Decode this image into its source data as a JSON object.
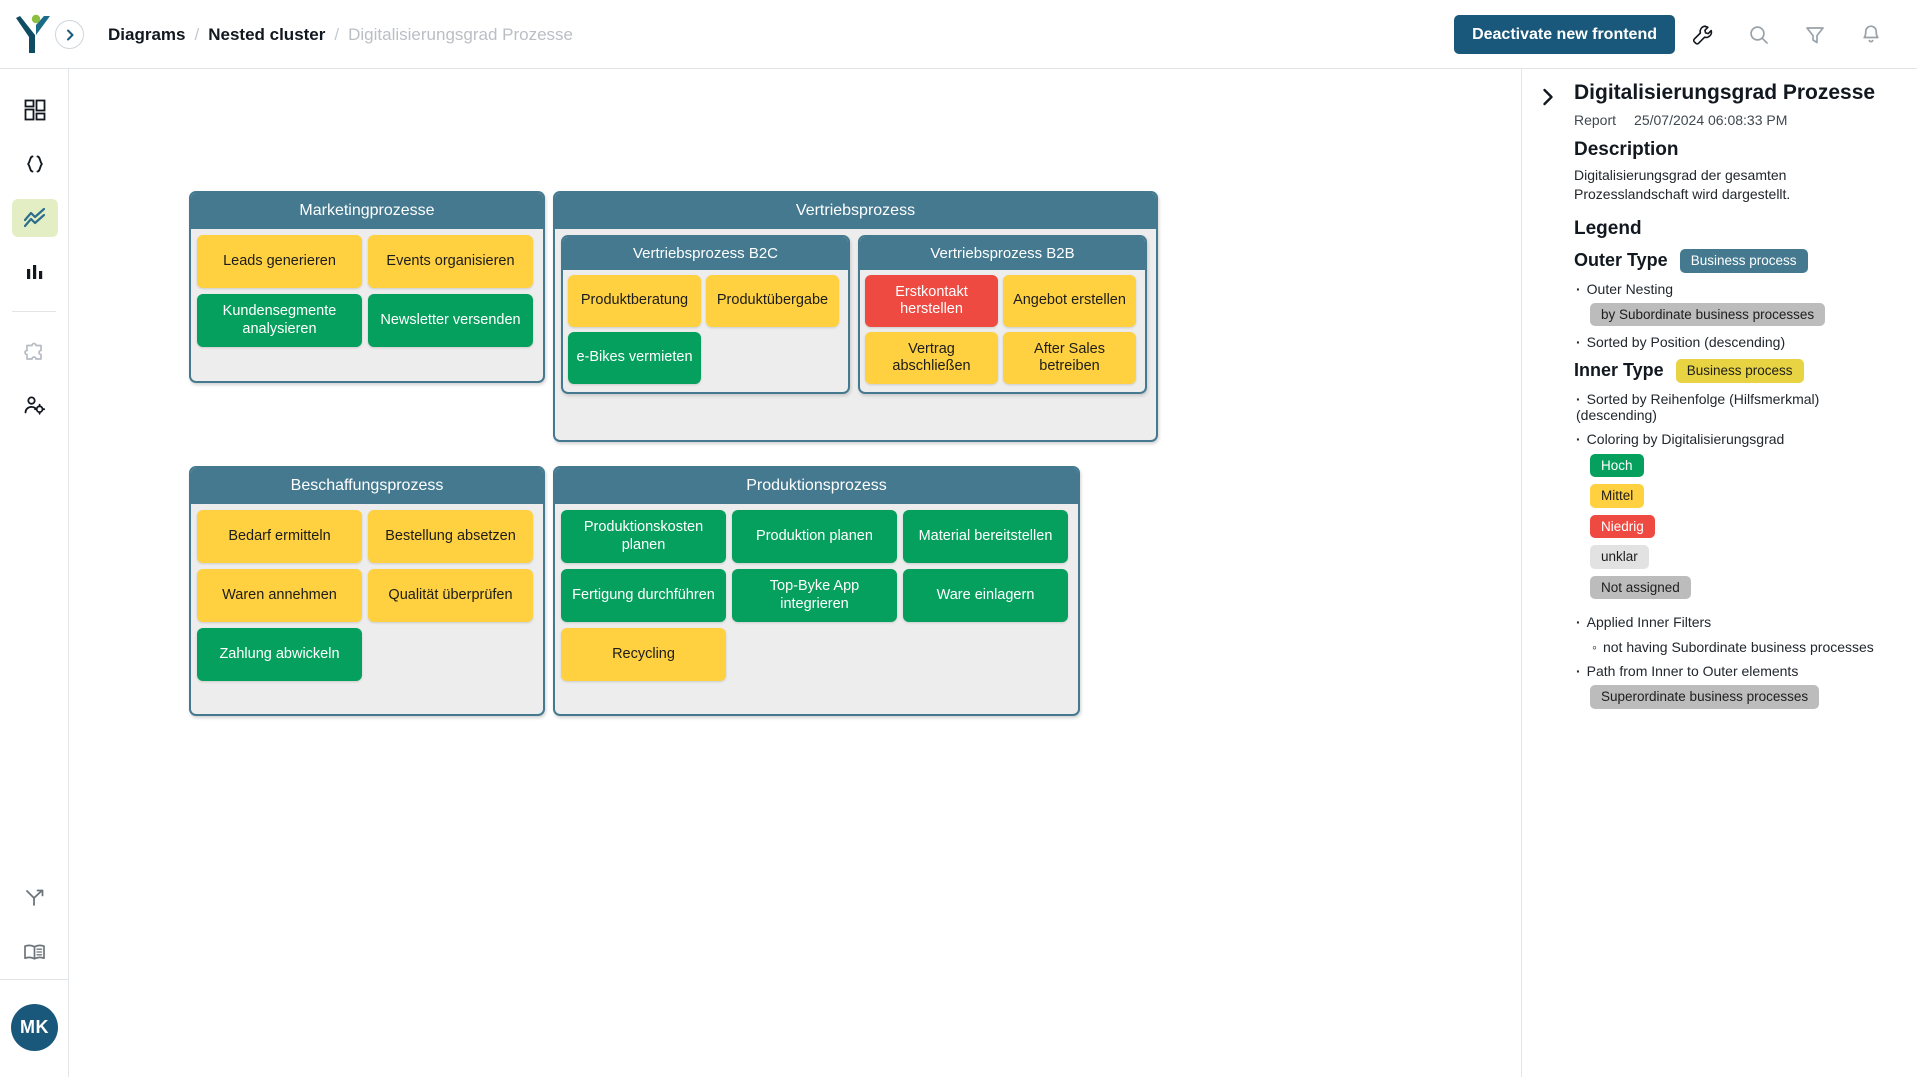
{
  "topbar": {
    "logo_name": "y-logo",
    "collapse_icon": "chevron-right-icon",
    "breadcrumb": [
      {
        "label": "Diagrams",
        "current": false
      },
      {
        "label": "Nested cluster",
        "current": false
      },
      {
        "label": "Digitalisierungsgrad Prozesse",
        "current": true
      }
    ],
    "separator": "/",
    "deactivate_button": "Deactivate new frontend",
    "icons": [
      {
        "name": "wrench-icon"
      },
      {
        "name": "search-icon"
      },
      {
        "name": "filter-icon"
      },
      {
        "name": "bell-icon"
      }
    ]
  },
  "rail": {
    "items": [
      {
        "name": "dashboard-icon",
        "active": false
      },
      {
        "name": "code-braces-icon",
        "active": false
      },
      {
        "name": "trend-lines-icon",
        "active": true
      },
      {
        "name": "bar-chart-icon",
        "active": false
      },
      {
        "name": "puzzle-icon",
        "active": false
      },
      {
        "name": "user-settings-icon",
        "active": false
      }
    ],
    "bottom": [
      {
        "name": "branch-arrow-icon"
      },
      {
        "name": "book-icon"
      }
    ],
    "avatar_initials": "MK"
  },
  "colors": {
    "cluster_header": "#44798f",
    "cluster_body": "#ededed",
    "green": "#06a05e",
    "yellow": "#ffd040",
    "red": "#ef4a41",
    "accent": "#19587a",
    "rail_active": "#e4eec4"
  },
  "diagram": {
    "clusters": [
      {
        "id": "marketingprozesse",
        "title": "Marketingprozesse",
        "nodes": [
          {
            "label": "Leads generieren",
            "color": "yellow"
          },
          {
            "label": "Events organisieren",
            "color": "yellow"
          },
          {
            "label": "Kundensegmente analysieren",
            "color": "green"
          },
          {
            "label": "Newsletter versenden",
            "color": "green"
          }
        ]
      },
      {
        "id": "vertriebsprozess",
        "title": "Vertriebsprozess",
        "subclusters": [
          {
            "id": "vertriebsprozess-b2c",
            "title": "Vertriebsprozess B2C",
            "nodes": [
              {
                "label": "Produktberatung",
                "color": "yellow"
              },
              {
                "label": "Produktübergabe",
                "color": "yellow"
              },
              {
                "label": "e-Bikes vermieten",
                "color": "green"
              }
            ]
          },
          {
            "id": "vertriebsprozess-b2b",
            "title": "Vertriebsprozess B2B",
            "nodes": [
              {
                "label": "Erstkontakt herstellen",
                "color": "red"
              },
              {
                "label": "Angebot erstellen",
                "color": "yellow"
              },
              {
                "label": "Vertrag abschließen",
                "color": "yellow"
              },
              {
                "label": "After Sales betreiben",
                "color": "yellow"
              }
            ]
          }
        ]
      },
      {
        "id": "beschaffungsprozess",
        "title": "Beschaffungsprozess",
        "nodes": [
          {
            "label": "Bedarf ermitteln",
            "color": "yellow"
          },
          {
            "label": "Bestellung absetzen",
            "color": "yellow"
          },
          {
            "label": "Waren annehmen",
            "color": "yellow"
          },
          {
            "label": "Qualität überprüfen",
            "color": "yellow"
          },
          {
            "label": "Zahlung abwickeln",
            "color": "green"
          }
        ]
      },
      {
        "id": "produktionsprozess",
        "title": "Produktionsprozess",
        "nodes": [
          {
            "label": "Produktionskosten planen",
            "color": "green"
          },
          {
            "label": "Produktion planen",
            "color": "green"
          },
          {
            "label": "Material bereitstellen",
            "color": "green"
          },
          {
            "label": "Fertigung durchführen",
            "color": "green"
          },
          {
            "label": "Top-Byke App integrieren",
            "color": "green"
          },
          {
            "label": "Ware einlagern",
            "color": "green"
          },
          {
            "label": "Recycling",
            "color": "yellow"
          }
        ]
      }
    ]
  },
  "panel": {
    "collapse_icon": "chevron-right-icon",
    "title": "Digitalisierungsgrad Prozesse",
    "meta_type": "Report",
    "meta_timestamp": "25/07/2024 06:08:33 PM",
    "description_heading": "Description",
    "description_text": "Digitalisierungsgrad der gesamten Prozesslandschaft wird dargestellt.",
    "legend_heading": "Legend",
    "outer_type_label": "Outer Type",
    "outer_type_value": "Business process",
    "outer_nesting_bullet": "Outer Nesting",
    "outer_nesting_value": "by Subordinate business processes",
    "outer_sorted_bullet": "Sorted by Position (descending)",
    "inner_type_label": "Inner Type",
    "inner_type_value": "Business process",
    "inner_sorted_bullet": "Sorted by Reihenfolge (Hilfsmerkmal) (descending)",
    "coloring_bullet": "Coloring by Digitalisierungsgrad",
    "coloring_values": [
      {
        "label": "Hoch",
        "style": "green"
      },
      {
        "label": "Mittel",
        "style": "amber"
      },
      {
        "label": "Niedrig",
        "style": "red"
      },
      {
        "label": "unklar",
        "style": "lightgrey"
      },
      {
        "label": "Not assigned",
        "style": "grey"
      }
    ],
    "filters_bullet": "Applied Inner Filters",
    "filters_sub": "not having Subordinate business processes",
    "path_bullet": "Path from Inner to Outer elements",
    "path_value": "Superordinate business processes"
  }
}
